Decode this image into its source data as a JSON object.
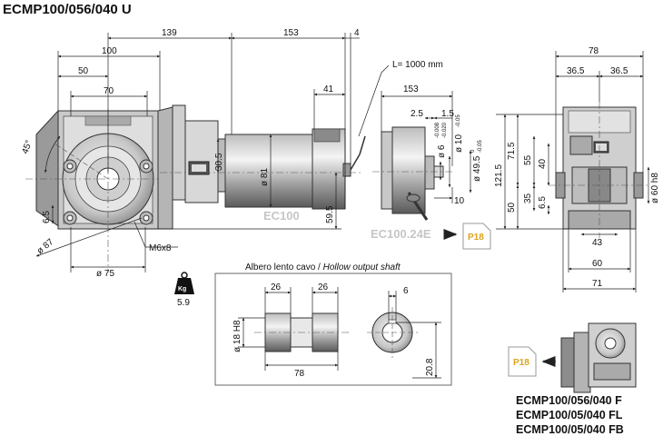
{
  "title": "ECMP100/056/040 U",
  "dims": {
    "d139": "139",
    "d153": "153",
    "d4": "4",
    "d100": "100",
    "d50": "50",
    "d70": "70",
    "d41": "41",
    "d30_5": "30.5",
    "d81": "ø 81",
    "d59_5": "59.5",
    "d45": "45°",
    "d6_5": "6.5",
    "d87": "ø 87",
    "d75": "ø 75",
    "m6x8": "M6x8",
    "cable": "L= 1000 mm",
    "d153b": "153",
    "d2_5": "2.5",
    "d1_5": "1.5",
    "d6": "ø 6",
    "d6tol": "-0.008",
    "d6tol2": "-0.020",
    "d10": "ø 10",
    "d10tol": "-0.05",
    "d49_5": "ø 49.5",
    "d49tol": "0",
    "d49tol2": "-0.05",
    "d10b": "10",
    "d78": "78",
    "d36_5a": "36.5",
    "d36_5b": "36.5",
    "d121_5": "121.5",
    "d71_5": "71.5",
    "d55": "55",
    "d40": "40",
    "d50b": "50",
    "d35": "35",
    "d6_5b": "6.5",
    "d60h8": "ø 60 h8",
    "d43": "43",
    "d60": "60",
    "d71": "71"
  },
  "labels": {
    "motor": "EC100",
    "encoder": "EC100.24E",
    "page_ref": "P18",
    "page_ref2": "P18",
    "weight_icon": "Kg",
    "weight": "5.9"
  },
  "shaft": {
    "title_it": "Albero lento cavo / ",
    "title_en": "Hollow output shaft",
    "d26a": "26",
    "d26b": "26",
    "d18h8": "ø 18 H8",
    "d78": "78",
    "d6": "6",
    "d20_8": "20.8"
  },
  "variants": [
    "ECMP100/056/040 F",
    "ECMP100/05/040 FL",
    "ECMP100/05/040 FB"
  ]
}
